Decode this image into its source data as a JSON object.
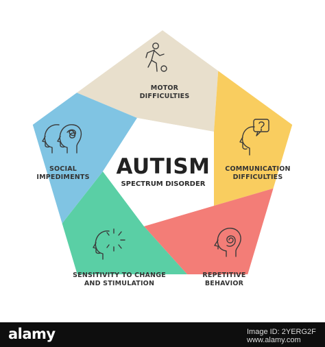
{
  "diagram": {
    "center": {
      "title": "AUTISM",
      "subtitle": "SPECTRUM DISORDER"
    },
    "segments": [
      {
        "id": "motor",
        "lines": [
          "MOTOR",
          "DIFFICULTIES"
        ],
        "color": "#E8DFCC",
        "icon": "running-person-icon"
      },
      {
        "id": "communication",
        "lines": [
          "COMMUNICATION",
          "DIFFICULTIES"
        ],
        "color": "#F9CD5F",
        "icon": "head-question-bubble-icon"
      },
      {
        "id": "repetitive",
        "lines": [
          "REPETITIVE",
          "BEHAVIOR"
        ],
        "color": "#F37D77",
        "icon": "head-spiral-icon"
      },
      {
        "id": "sensitivity",
        "lines": [
          "SENSITIVITY TO CHANGE",
          "AND STIMULATION"
        ],
        "color": "#5ACFA5",
        "icon": "head-burst-icon"
      },
      {
        "id": "social",
        "lines": [
          "SOCIAL",
          "IMPEDIMENTS"
        ],
        "color": "#80C4E3",
        "icon": "two-heads-icon"
      }
    ]
  },
  "footer": {
    "logo": "alamy",
    "image_id": "Image ID: 2YERG2F",
    "site": "www.alamy.com"
  }
}
